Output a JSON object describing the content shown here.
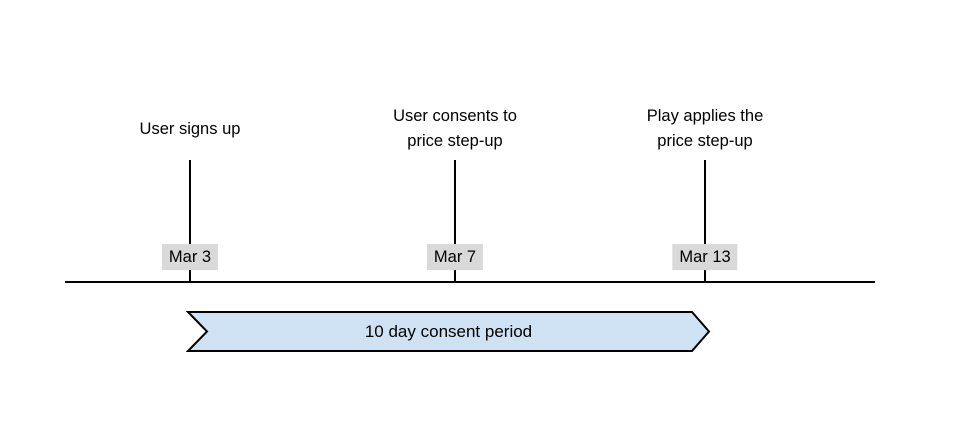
{
  "diagram": {
    "background_color": "#ffffff",
    "line_color": "#000000",
    "date_label_bg_color": "#d9d9d9",
    "timeline": {
      "events": [
        {
          "title": "User signs up",
          "date": "Mar 3"
        },
        {
          "title": "User consents to\nprice step-up",
          "date": "Mar 7"
        },
        {
          "title": "Play applies the\nprice step-up",
          "date": "Mar 13"
        }
      ]
    },
    "banner": {
      "label": "10 day consent period",
      "fill": "#cfe2f3",
      "stroke": "#000000"
    }
  }
}
